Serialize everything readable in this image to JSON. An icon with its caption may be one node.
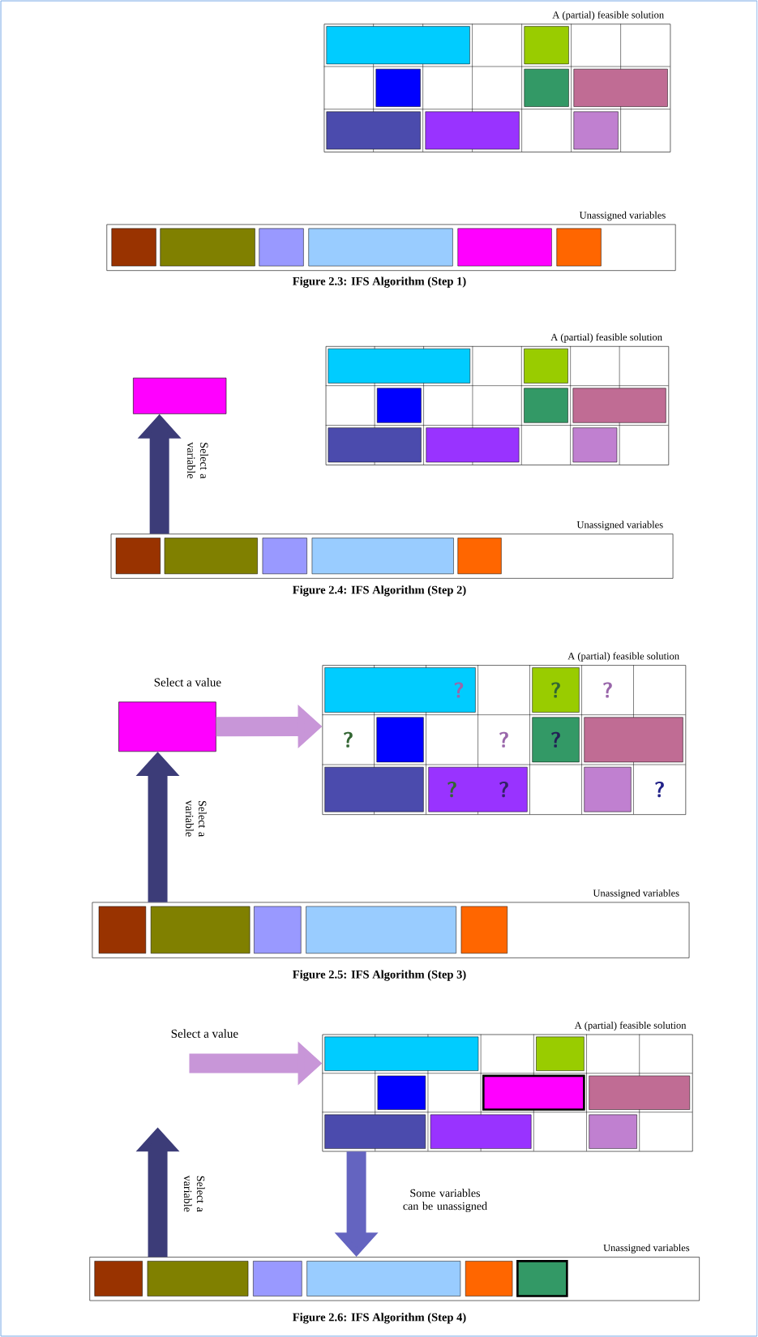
{
  "diagram": {
    "nodes": [
      {
        "text": [
          "A (partial) feasible solution"
        ]
      },
      {
        "text": [
          "Unassigned variables"
        ]
      },
      {
        "text": [
          "A (partial) feasible solution"
        ]
      },
      {
        "text": [],
        "shape": "box"
      },
      {
        "text": [
          "Unassigned variables"
        ]
      },
      {
        "text": [
          "A (partial) feasible solution"
        ]
      },
      {
        "text": [],
        "shape": "box"
      },
      {
        "text": [
          "Unassigned variables"
        ]
      },
      {
        "text": [
          "A (partial) feasible solution"
        ]
      },
      {
        "text": [
          "Unassigned variables"
        ]
      }
    ],
    "edges": [
      {
        "from": 4,
        "to": 3,
        "arrow": "to",
        "label": "Select a variable"
      },
      {
        "from": 7,
        "to": 6,
        "arrow": "to",
        "label": "Select a variable"
      },
      {
        "from": 6,
        "to": 5,
        "arrow": "to",
        "label": "Select a value",
        "color": "#c896d8"
      },
      {
        "from": 9,
        "to": null,
        "arrow": "to",
        "label": "Select a variable"
      },
      {
        "from": null,
        "to": 8,
        "arrow": "to",
        "label": "Select a value",
        "color": "#c896d8"
      },
      {
        "from": 8,
        "to": 9,
        "arrow": "to",
        "label": "Some variables can be unassigned",
        "color": "#6464c0"
      }
    ],
    "labels": [
      "Figure 2.3: IFS Algorithm (Step 1)",
      "Figure 2.4: IFS Algorithm (Step 2)",
      "?",
      "?",
      "?",
      "?",
      "?",
      "?",
      "?",
      "?",
      "?",
      "Figure 2.5: IFS Algorithm (Step 3)",
      "Figure 2.6: IFS Algorithm (Step 4)"
    ]
  }
}
